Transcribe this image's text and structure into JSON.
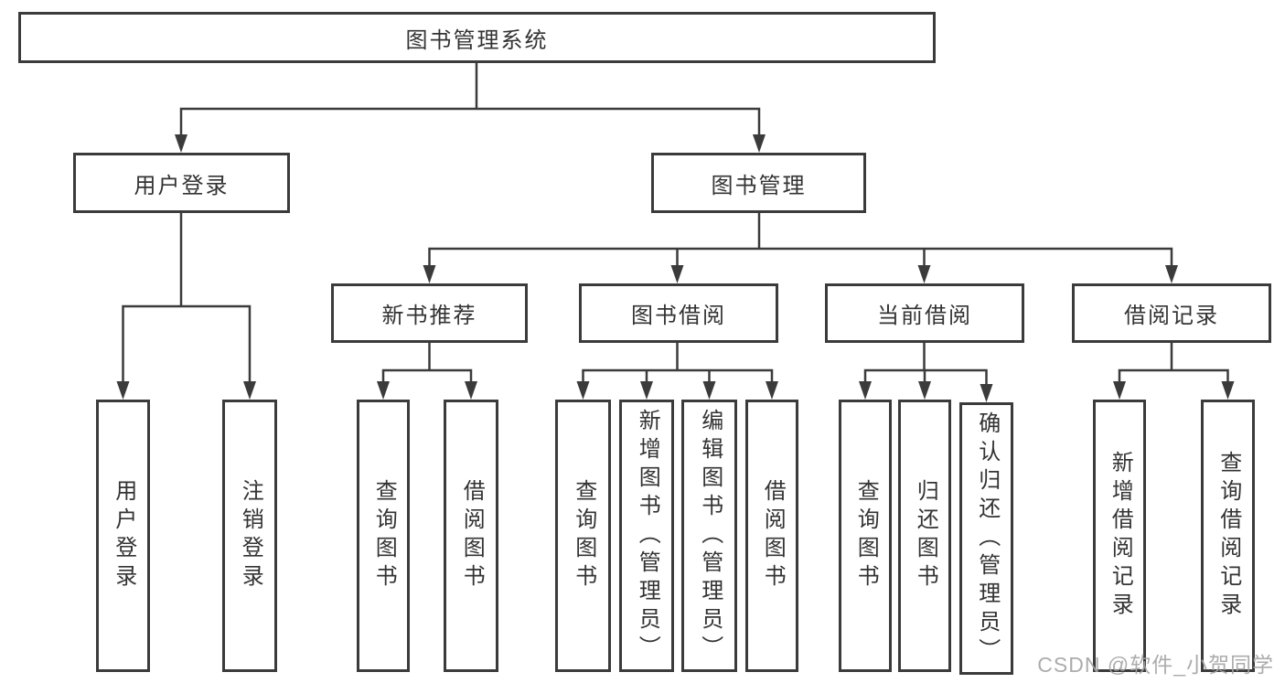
{
  "tree": {
    "root": {
      "label": "图书管理系统"
    },
    "branches": [
      {
        "label": "用户登录",
        "children": [
          "用户登录",
          "注销登录"
        ]
      },
      {
        "label": "图书管理",
        "sections": [
          {
            "label": "新书推荐",
            "children": [
              "查询图书",
              "借阅图书"
            ]
          },
          {
            "label": "图书借阅",
            "children": [
              "查询图书",
              "新增图书（管理员）",
              "编辑图书（管理员）",
              "借阅图书"
            ]
          },
          {
            "label": "当前借阅",
            "children": [
              "查询图书",
              "归还图书",
              "确认归还（管理员）"
            ]
          },
          {
            "label": "借阅记录",
            "children": [
              "新增借阅记录",
              "查询借阅记录"
            ]
          }
        ]
      }
    ]
  },
  "watermark": {
    "text": "CSDN @软件_小贺同学"
  },
  "colors": {
    "line": "#3b3b3b",
    "text": "#333333",
    "background": "#ffffff",
    "watermark": "#a4a4a4"
  }
}
